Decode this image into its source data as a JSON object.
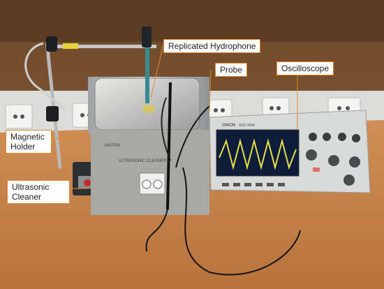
{
  "labels": {
    "replicated_hydrophone": "Replicated Hydrophone",
    "probe": "Probe",
    "oscilloscope": "Oscilloscope",
    "magnetic_holder": "Magnetic Holder",
    "ultrasonic_cleaner": "Ultrasonic Cleaner"
  },
  "device_text": {
    "scope_brand": "OWON",
    "scope_model": "XDS 3000",
    "cleaner_brand": "MATRIX",
    "cleaner_text": "ULTRASONIC CLEANER"
  },
  "colors": {
    "callout_border": "#e08a2e",
    "leader_line": "#e08a2e",
    "waveform": "#e6e04a",
    "screen_bg": "#0e1c3a",
    "wood_top": "#c98449",
    "wall_panel": "#dcdcd8"
  }
}
